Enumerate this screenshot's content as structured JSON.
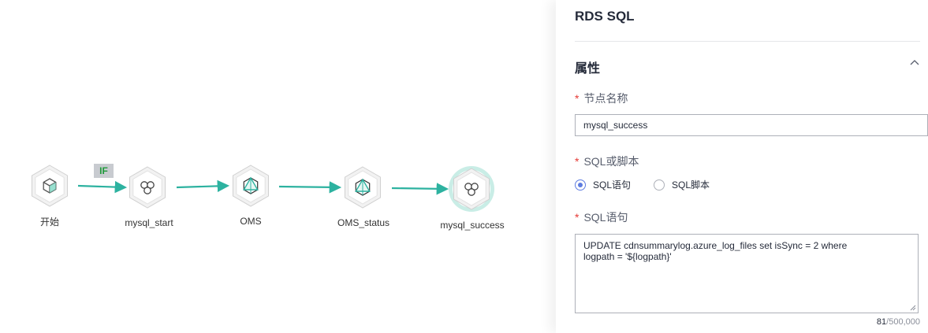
{
  "flow": {
    "nodes": [
      {
        "id": "start",
        "label": "开始",
        "icon": "cube-icon"
      },
      {
        "id": "mysql_start",
        "label": "mysql_start",
        "icon": "rds-sql-icon"
      },
      {
        "id": "OMS",
        "label": "OMS",
        "icon": "oms-icon"
      },
      {
        "id": "OMS_status",
        "label": "OMS_status",
        "icon": "oms-icon"
      },
      {
        "id": "mysql_success",
        "label": "mysql_success",
        "icon": "rds-sql-icon",
        "selected": true
      }
    ],
    "edge_badge": "IF",
    "colors": {
      "edge": "#2db2a0",
      "hex_fill": "#f2f2f2",
      "hex_stroke": "#d0d0d0",
      "selected_ring": "#c9ede6"
    }
  },
  "panel": {
    "title": "RDS SQL",
    "section_title": "属性",
    "node_name_label": "节点名称",
    "node_name_value": "mysql_success",
    "sql_or_script_label": "SQL或脚本",
    "radio_options": [
      "SQL语句",
      "SQL脚本"
    ],
    "radio_selected": "SQL语句",
    "sql_statement_label": "SQL语句",
    "sql_text_line1": "UPDATE cdnsummarylog.azure_log_files set isSync = 2 where",
    "sql_text_line2": "logpath = '${logpath}'",
    "char_count": "81",
    "char_limit": "/500,000",
    "accent_color": "#5e7ce0",
    "required_color": "#e53935"
  }
}
